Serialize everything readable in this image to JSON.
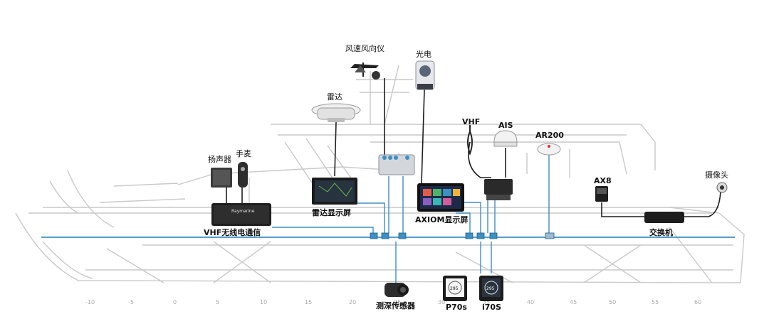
{
  "labels": {
    "wind": "风速风向仪",
    "thermal": "光电",
    "radar": "雷达",
    "speaker": "扬声器",
    "handset": "手麦",
    "vhf_antenna": "VHF",
    "ais": "AIS",
    "ar200": "AR200",
    "ax8": "AX8",
    "camera": "摄像头",
    "radar_display": "雷达显示屏",
    "axiom_display": "AXIOM显示屏",
    "vhf_radio": "VHF无线电通信",
    "switch": "交换机",
    "depth_sensor": "测深传感器",
    "p70s": "P70s",
    "i70s": "i70S"
  },
  "device_text": {
    "vhf_brand": "Raymarine",
    "p70s_screen": "295",
    "i70s_screen": "295"
  },
  "hull_ticks": [
    "-10",
    "-5",
    "0",
    "5",
    "10",
    "15",
    "20",
    "25",
    "30",
    "35",
    "40",
    "45",
    "50",
    "55",
    "60"
  ],
  "colors": {
    "backbone": "#3d8fc4",
    "drawing": "#c8c8c8",
    "device": "#2b2b2b"
  }
}
